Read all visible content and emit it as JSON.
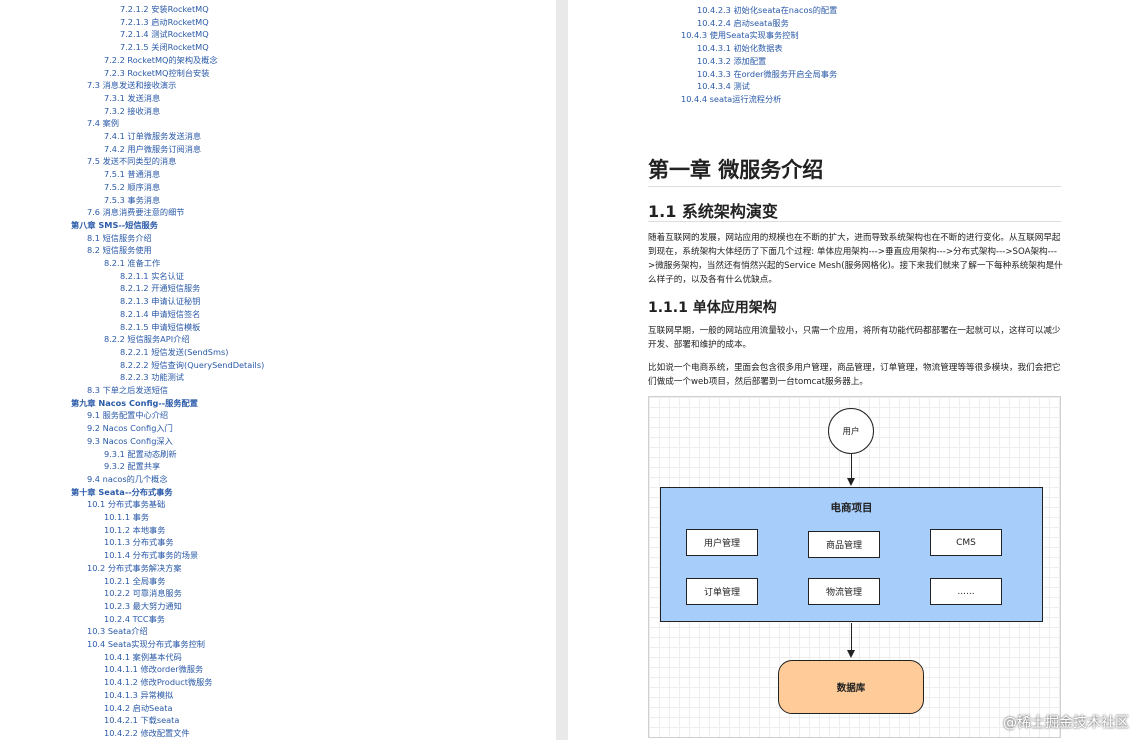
{
  "left_toc": [
    {
      "level": 4,
      "text": "7.2.1.2 安装RocketMQ"
    },
    {
      "level": 4,
      "text": "7.2.1.3 启动RocketMQ"
    },
    {
      "level": 4,
      "text": "7.2.1.4 测试RocketMQ"
    },
    {
      "level": 4,
      "text": "7.2.1.5 关闭RocketMQ"
    },
    {
      "level": 3,
      "text": "7.2.2 RocketMQ的架构及概念"
    },
    {
      "level": 3,
      "text": "7.2.3 RocketMQ控制台安装"
    },
    {
      "level": 1,
      "text": "7.3 消息发送和接收演示"
    },
    {
      "level": 2,
      "text": "7.3.1 发送消息"
    },
    {
      "level": 2,
      "text": "7.3.2 接收消息"
    },
    {
      "level": 1,
      "text": "7.4 案例"
    },
    {
      "level": 2,
      "text": "7.4.1 订单微服务发送消息"
    },
    {
      "level": 2,
      "text": "7.4.2 用户微服务订阅消息"
    },
    {
      "level": 1,
      "text": "7.5 发送不同类型的消息"
    },
    {
      "level": 2,
      "text": "7.5.1 普通消息"
    },
    {
      "level": 2,
      "text": "7.5.2 顺序消息"
    },
    {
      "level": 2,
      "text": "7.5.3 事务消息"
    },
    {
      "level": 1,
      "text": "7.6 消息消费要注意的细节"
    },
    {
      "level": 0,
      "text": "第八章 SMS--短信服务"
    },
    {
      "level": 1,
      "text": "8.1 短信服务介绍"
    },
    {
      "level": 1,
      "text": "8.2 短信服务使用"
    },
    {
      "level": 3,
      "text": "8.2.1 准备工作"
    },
    {
      "level": 4,
      "text": "8.2.1.1 实名认证"
    },
    {
      "level": 4,
      "text": "8.2.1.2 开通短信服务"
    },
    {
      "level": 4,
      "text": "8.2.1.3 申请认证秘钥"
    },
    {
      "level": 4,
      "text": "8.2.1.4 申请短信签名"
    },
    {
      "level": 4,
      "text": "8.2.1.5 申请短信模板"
    },
    {
      "level": 3,
      "text": "8.2.2 短信服务API介绍"
    },
    {
      "level": 4,
      "text": "8.2.2.1 短信发送(SendSms)"
    },
    {
      "level": 4,
      "text": "8.2.2.2 短信查询(QuerySendDetails)"
    },
    {
      "level": 4,
      "text": "8.2.2.3 功能测试"
    },
    {
      "level": 1,
      "text": "8.3 下单之后发送短信"
    },
    {
      "level": 0,
      "text": "第九章 Nacos Config--服务配置"
    },
    {
      "level": 1,
      "text": "9.1 服务配置中心介绍"
    },
    {
      "level": 1,
      "text": "9.2 Nacos Config入门"
    },
    {
      "level": 1,
      "text": "9.3 Nacos Config深入"
    },
    {
      "level": 3,
      "text": "9.3.1 配置动态刷新"
    },
    {
      "level": 3,
      "text": "9.3.2 配置共享"
    },
    {
      "level": 1,
      "text": "9.4 nacos的几个概念"
    },
    {
      "level": 0,
      "text": "第十章 Seata--分布式事务"
    },
    {
      "level": 1,
      "text": "10.1 分布式事务基础"
    },
    {
      "level": 2,
      "text": "10.1.1 事务"
    },
    {
      "level": 2,
      "text": "10.1.2 本地事务"
    },
    {
      "level": 2,
      "text": "10.1.3 分布式事务"
    },
    {
      "level": 2,
      "text": "10.1.4 分布式事务的场景"
    },
    {
      "level": 1,
      "text": "10.2 分布式事务解决方案"
    },
    {
      "level": 2,
      "text": "10.2.1 全局事务"
    },
    {
      "level": 2,
      "text": "10.2.2 可靠消息服务"
    },
    {
      "level": 2,
      "text": "10.2.3 最大努力通知"
    },
    {
      "level": 2,
      "text": "10.2.4 TCC事务"
    },
    {
      "level": 1,
      "text": "10.3 Seata介绍"
    },
    {
      "level": 1,
      "text": "10.4 Seata实现分布式事务控制"
    },
    {
      "level": 2,
      "text": "10.4.1 案例基本代码"
    },
    {
      "level": 3,
      "text": "10.4.1.1 修改order微服务"
    },
    {
      "level": 3,
      "text": "10.4.1.2 修改Product微服务"
    },
    {
      "level": 3,
      "text": "10.4.1.3 异常模拟"
    },
    {
      "level": 2,
      "text": "10.4.2 启动Seata"
    },
    {
      "level": 3,
      "text": "10.4.2.1 下载seata"
    },
    {
      "level": 3,
      "text": "10.4.2.2 修改配置文件"
    }
  ],
  "right_toc": [
    {
      "level": 2,
      "text": "10.4.2.3 初始化seata在nacos的配置"
    },
    {
      "level": 2,
      "text": "10.4.2.4 启动seata服务"
    },
    {
      "level": 1,
      "text": "10.4.3 使用Seata实现事务控制"
    },
    {
      "level": 2,
      "text": "10.4.3.1 初始化数据表"
    },
    {
      "level": 2,
      "text": "10.4.3.2 添加配置"
    },
    {
      "level": 2,
      "text": "10.4.3.3 在order微服务开启全局事务"
    },
    {
      "level": 2,
      "text": "10.4.3.4 测试"
    },
    {
      "level": 1,
      "text": "10.4.4 seata运行流程分析"
    }
  ],
  "content": {
    "chapter_title": "第一章 微服务介绍",
    "section_title": "1.1 系统架构演变",
    "section_para": "随着互联网的发展，网站应用的规模也在不断的扩大，进而导致系统架构也在不断的进行变化。从互联网早起到现在，系统架构大体经历了下面几个过程: 单体应用架构--->垂直应用架构--->分布式架构--->SOA架构--->微服务架构，当然还有悄然兴起的Service Mesh(服务网格化)。接下来我们就来了解一下每种系统架构是什么样子的，以及各有什么优缺点。",
    "subsection_title": "1.1.1 单体应用架构",
    "para_1": "互联网早期，一般的网站应用流量较小，只需一个应用，将所有功能代码都部署在一起就可以，这样可以减少开发、部署和维护的成本。",
    "para_2": "比如说一个电商系统，里面会包含很多用户管理，商品管理，订单管理，物流管理等等很多模块，我们会把它们做成一个web项目，然后部署到一台tomcat服务器上。"
  },
  "diagram": {
    "user_node": "用户",
    "system_title": "电商项目",
    "modules": [
      "用户管理",
      "商品管理",
      "CMS",
      "订单管理",
      "物流管理",
      "......"
    ],
    "database": "数据库",
    "colors": {
      "system_fill": "#a7cdfb",
      "database_fill": "#ffcc99"
    }
  },
  "watermark": "@稀土掘金技术社区"
}
